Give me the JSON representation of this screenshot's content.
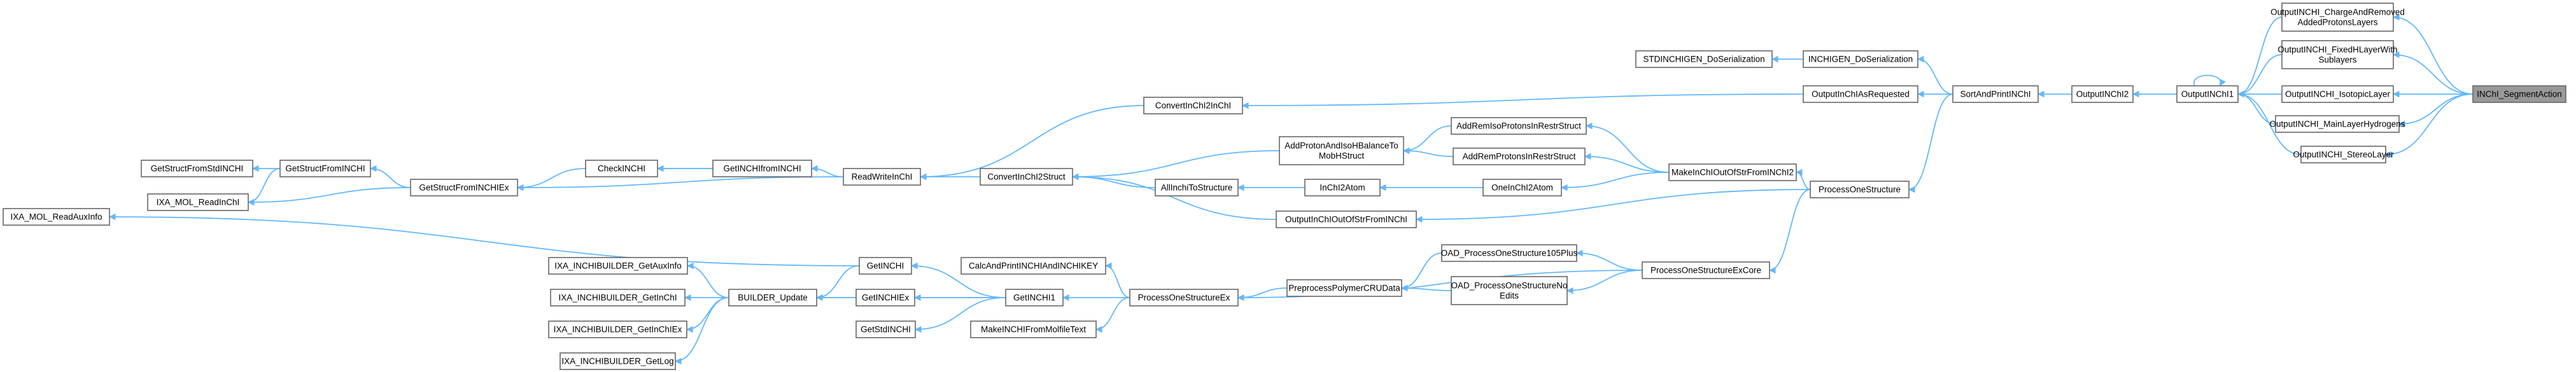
{
  "diagram": {
    "colors": {
      "edge": "#63b8ff",
      "node_border": "#666666",
      "node_fill": "#ffffff",
      "root_fill": "#999999"
    },
    "nodes": [
      {
        "id": "root",
        "label": "INChI_SegmentAction",
        "root": true
      },
      {
        "id": "charge",
        "label": [
          "OutputINCHI_ChargeAndRemoved",
          "AddedProtonsLayers"
        ]
      },
      {
        "id": "fixedh",
        "label": [
          "OutputINCHI_FixedHLayerWith",
          "Sublayers"
        ]
      },
      {
        "id": "isotopic",
        "label": "OutputINCHI_IsotopicLayer"
      },
      {
        "id": "mainlayer",
        "label": "OutputINCHI_MainLayerHydrogens"
      },
      {
        "id": "stereo",
        "label": "OutputINCHI_StereoLayer"
      },
      {
        "id": "outinchi1",
        "label": "OutputINChI1"
      },
      {
        "id": "outinchi2",
        "label": "OutputINChI2"
      },
      {
        "id": "sortprint",
        "label": "SortAndPrintINChI"
      },
      {
        "id": "inchigen",
        "label": "INCHIGEN_DoSerialization"
      },
      {
        "id": "stdinchigen",
        "label": "STDINCHIGEN_DoSerialization"
      },
      {
        "id": "outasreq",
        "label": "OutputInChIAsRequested"
      },
      {
        "id": "convi2i",
        "label": "ConvertInChI2InChI"
      },
      {
        "id": "procone",
        "label": "ProcessOneStructure"
      },
      {
        "id": "makeinchi",
        "label": "MakeInChIOutOfStrFromINChI2"
      },
      {
        "id": "addremiso",
        "label": "AddRemIsoProtonsInRestrStruct"
      },
      {
        "id": "addremprot",
        "label": "AddRemProtonsInRestrStruct"
      },
      {
        "id": "oneinchi",
        "label": "OneInChI2Atom"
      },
      {
        "id": "addproton",
        "label": [
          "AddProtonAndIsoHBalanceTo",
          "MobHStruct"
        ]
      },
      {
        "id": "inchi2atom",
        "label": "InChI2Atom"
      },
      {
        "id": "allinchi",
        "label": "AllInchiToStructure"
      },
      {
        "id": "outoutof",
        "label": "OutputInChIOutOfStrFromINChI"
      },
      {
        "id": "convi2s",
        "label": "ConvertInChI2Struct"
      },
      {
        "id": "readwrite",
        "label": "ReadWriteInChI"
      },
      {
        "id": "getinchifrom",
        "label": "GetINCHIfromINCHI"
      },
      {
        "id": "checkinchi",
        "label": "CheckINCHI"
      },
      {
        "id": "getstructex",
        "label": "GetStructFromINCHIEx"
      },
      {
        "id": "getstruct",
        "label": "GetStructFromINCHI"
      },
      {
        "id": "getstructstd",
        "label": "GetStructFromStdINCHI"
      },
      {
        "id": "ixareadinchi",
        "label": "IXA_MOL_ReadInChI"
      },
      {
        "id": "ixareadaux",
        "label": "IXA_MOL_ReadAuxInfo"
      },
      {
        "id": "proconeex",
        "label": "ProcessOneStructureExCore"
      },
      {
        "id": "oad105",
        "label": "OAD_ProcessOneStructure105Plus"
      },
      {
        "id": "oadno",
        "label": [
          "OAD_ProcessOneStructureNo",
          "Edits"
        ]
      },
      {
        "id": "preproc",
        "label": "PreprocessPolymerCRUData"
      },
      {
        "id": "proconestructex",
        "label": "ProcessOneStructureEx"
      },
      {
        "id": "calcandprint",
        "label": "CalcAndPrintINCHIAndINCHIKEY"
      },
      {
        "id": "makefrommol",
        "label": "MakeINCHIFromMolfileText"
      },
      {
        "id": "getinchi1",
        "label": "GetINCHI1"
      },
      {
        "id": "getinchi",
        "label": "GetINCHI"
      },
      {
        "id": "getinchiex",
        "label": "GetINCHIEx"
      },
      {
        "id": "getstdinchi",
        "label": "GetStdINCHI"
      },
      {
        "id": "builder",
        "label": "BUILDER_Update"
      },
      {
        "id": "ixaaux",
        "label": "IXA_INCHIBUILDER_GetAuxInfo"
      },
      {
        "id": "ixagetinchi",
        "label": "IXA_INCHIBUILDER_GetInChI"
      },
      {
        "id": "ixagetinchiex",
        "label": "IXA_INCHIBUILDER_GetInChIEx"
      },
      {
        "id": "ixagetlog",
        "label": "IXA_INCHIBUILDER_GetLog"
      }
    ],
    "edges": [
      [
        "charge",
        "root"
      ],
      [
        "fixedh",
        "root"
      ],
      [
        "isotopic",
        "root"
      ],
      [
        "mainlayer",
        "root"
      ],
      [
        "stereo",
        "root"
      ],
      [
        "outinchi1",
        "charge"
      ],
      [
        "outinchi1",
        "fixedh"
      ],
      [
        "outinchi1",
        "isotopic"
      ],
      [
        "outinchi1",
        "mainlayer"
      ],
      [
        "outinchi1",
        "stereo"
      ],
      [
        "outinchi1",
        "outinchi1"
      ],
      [
        "outinchi2",
        "outinchi1"
      ],
      [
        "sortprint",
        "outinchi2"
      ],
      [
        "inchigen",
        "sortprint"
      ],
      [
        "outasreq",
        "sortprint"
      ],
      [
        "procone",
        "sortprint"
      ],
      [
        "stdinchigen",
        "inchigen"
      ],
      [
        "convi2i",
        "outasreq"
      ],
      [
        "makeinchi",
        "procone"
      ],
      [
        "outoutof",
        "procone"
      ],
      [
        "proconeex",
        "procone"
      ],
      [
        "addremiso",
        "makeinchi"
      ],
      [
        "addremprot",
        "makeinchi"
      ],
      [
        "oneinchi",
        "makeinchi"
      ],
      [
        "addproton",
        "addremiso"
      ],
      [
        "addproton",
        "addremprot"
      ],
      [
        "inchi2atom",
        "oneinchi"
      ],
      [
        "convi2s",
        "addproton"
      ],
      [
        "allinchi",
        "inchi2atom"
      ],
      [
        "convi2s",
        "outoutof"
      ],
      [
        "convi2s",
        "allinchi"
      ],
      [
        "readwrite",
        "convi2s"
      ],
      [
        "readwrite",
        "convi2i"
      ],
      [
        "getinchifrom",
        "readwrite"
      ],
      [
        "getstructex",
        "readwrite"
      ],
      [
        "checkinchi",
        "getinchifrom"
      ],
      [
        "getinchifrom",
        "checkinchi"
      ],
      [
        "getstructex",
        "checkinchi"
      ],
      [
        "getstruct",
        "getstructex"
      ],
      [
        "ixareadinchi",
        "getstructex"
      ],
      [
        "getstructstd",
        "getstruct"
      ],
      [
        "ixareadinchi",
        "getstruct"
      ],
      [
        "ixareadaux",
        "getinchi"
      ],
      [
        "oad105",
        "proconeex"
      ],
      [
        "oadno",
        "proconeex"
      ],
      [
        "proconestructex",
        "proconeex"
      ],
      [
        "preproc",
        "oad105"
      ],
      [
        "preproc",
        "oadno"
      ],
      [
        "proconestructex",
        "preproc"
      ],
      [
        "calcandprint",
        "proconestructex"
      ],
      [
        "getinchi1",
        "proconestructex"
      ],
      [
        "makefrommol",
        "proconestructex"
      ],
      [
        "getinchi",
        "getinchi1"
      ],
      [
        "getinchiex",
        "getinchi1"
      ],
      [
        "getstdinchi",
        "getinchi1"
      ],
      [
        "builder",
        "getinchi1"
      ],
      [
        "builder",
        "getinchi"
      ],
      [
        "builder",
        "getinchiex"
      ],
      [
        "ixaaux",
        "builder"
      ],
      [
        "ixagetinchi",
        "builder"
      ],
      [
        "ixagetinchiex",
        "builder"
      ],
      [
        "ixagetlog",
        "builder"
      ]
    ]
  }
}
